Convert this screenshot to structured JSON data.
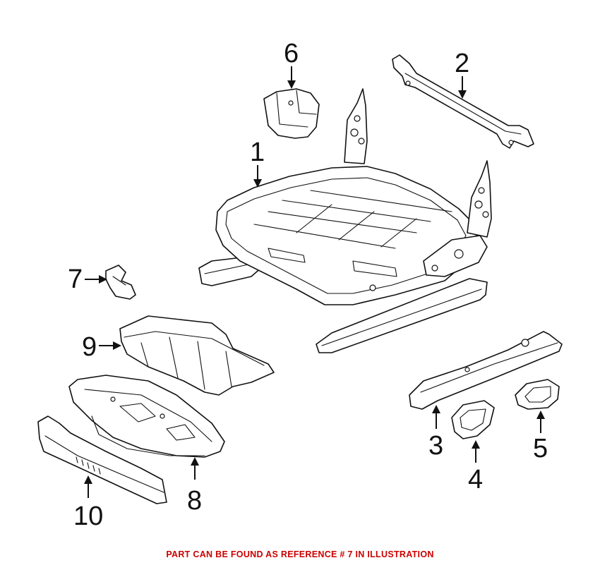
{
  "callouts": [
    {
      "id": "1",
      "label": "1",
      "part": "seat-frame"
    },
    {
      "id": "2",
      "label": "2",
      "part": "rail-bracket"
    },
    {
      "id": "3",
      "label": "3",
      "part": "side-trim-rail"
    },
    {
      "id": "4",
      "label": "4",
      "part": "cap-left"
    },
    {
      "id": "5",
      "label": "5",
      "part": "cap-right"
    },
    {
      "id": "6",
      "label": "6",
      "part": "corner-bracket"
    },
    {
      "id": "7",
      "label": "7",
      "part": "clip"
    },
    {
      "id": "8",
      "label": "8",
      "part": "seat-pan"
    },
    {
      "id": "9",
      "label": "9",
      "part": "insulator-pad"
    },
    {
      "id": "10",
      "label": "10",
      "part": "front-trim"
    }
  ],
  "footer": {
    "note": "PART CAN BE FOUND AS REFERENCE # 7 IN ILLUSTRATION",
    "note_color": "#cc0000"
  }
}
